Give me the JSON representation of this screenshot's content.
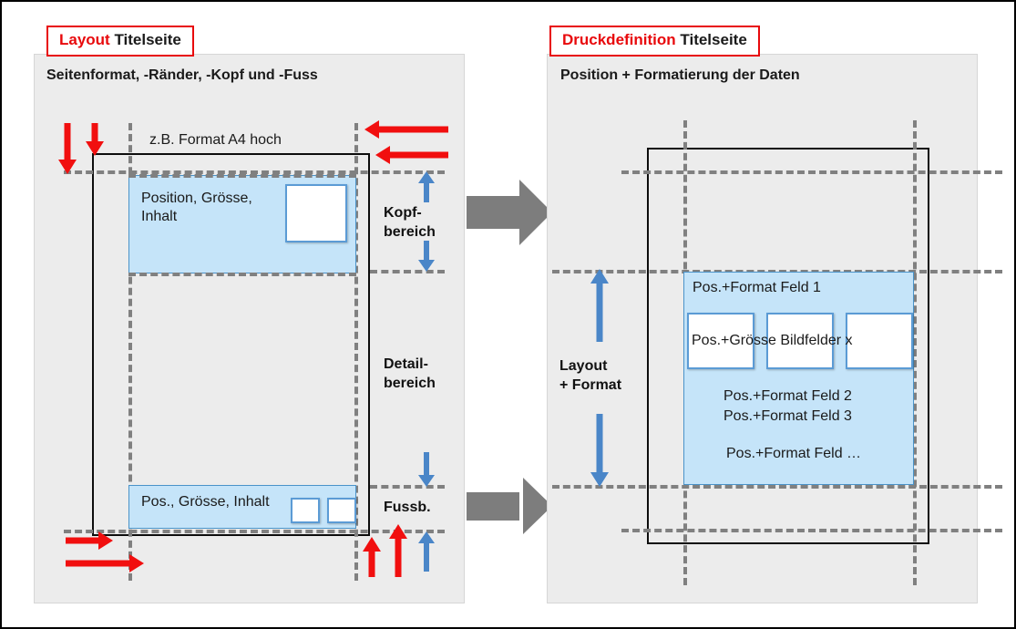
{
  "left_panel": {
    "caption_accent": "Layout",
    "caption_rest": " Titelseite",
    "subtitle": "Seitenformat, -Ränder, -Kopf und -Fuss",
    "format_note": "z.B. Format A4 hoch",
    "header_field_label": "Position, Grösse,\nInhalt",
    "footer_field_label": "Pos., Grösse, Inhalt",
    "zone_header": "Kopf-\nbereich",
    "zone_detail": "Detail-\nbereich",
    "zone_footer": "Fussb."
  },
  "right_panel": {
    "caption_accent": "Druckdefinition",
    "caption_rest": " Titelseite",
    "subtitle": "Position + Formatierung der Daten",
    "zone_label": "Layout\n+ Format",
    "field_1": "Pos.+Format Feld 1",
    "image_fields": "Pos.+Grösse Bildfelder x",
    "field_2": "Pos.+Format Feld 2",
    "field_3": "Pos.+Format Feld 3",
    "field_n": "Pos.+Format Feld …"
  },
  "colors": {
    "accent_red": "#e8090c",
    "arrow_red": "#f10f0f",
    "arrow_blue": "#4a86c8",
    "block_arrow_gray": "#7d7d7d",
    "panel_bg": "#ececec",
    "field_blue": "#c5e4f9",
    "field_blue_border": "#4a93c9",
    "guide_gray": "#808080",
    "page_border": "#0d0d0d"
  }
}
